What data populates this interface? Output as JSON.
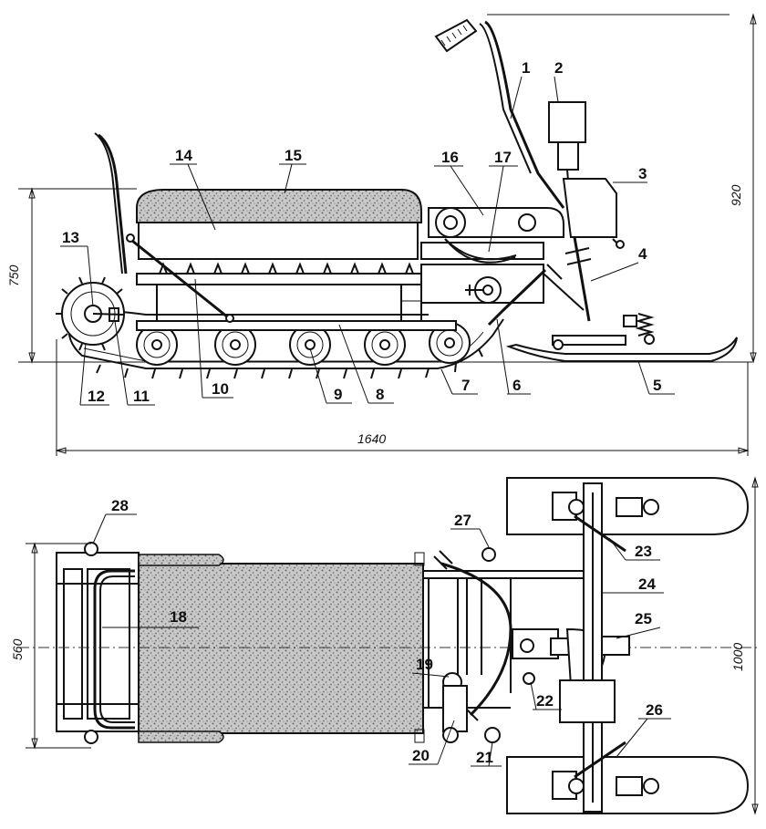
{
  "side_view": {
    "dimensions": {
      "total_length": "1640",
      "height_seat": "750",
      "height_handlebar": "920"
    },
    "callouts": [
      "1",
      "2",
      "3",
      "4",
      "5",
      "6",
      "7",
      "8",
      "9",
      "10",
      "11",
      "12",
      "13",
      "14",
      "15",
      "16",
      "17"
    ]
  },
  "top_view": {
    "dimensions": {
      "width_frame": "560",
      "width_skis": "1000"
    },
    "callouts": [
      "18",
      "19",
      "20",
      "21",
      "22",
      "23",
      "24",
      "25",
      "26",
      "27",
      "28"
    ]
  },
  "colors": {
    "ink": "#111111",
    "paper": "#ffffff",
    "texture": "#9a9a9a"
  }
}
